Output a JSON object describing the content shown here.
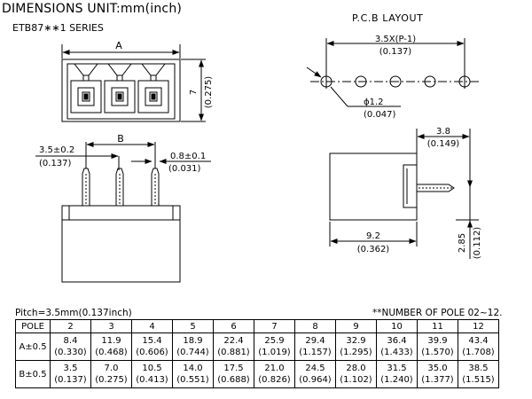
{
  "header": {
    "title": "DIMENSIONS  UNIT:mm(inch)",
    "series": "ETB87∗∗1  SERIES",
    "pcb_title": "P.C.B LAYOUT"
  },
  "drawing_labels": {
    "A": "A",
    "B": "B",
    "height_mm": "7",
    "height_in": "(0.275)",
    "pitch_mm": "3.5±0.2",
    "pitch_in": "(0.137)",
    "pin_mm": "0.8±0.1",
    "pin_in": "(0.031)",
    "pcb_span_mm": "3.5X(P-1)",
    "pcb_span_in": "(0.137)",
    "hole_mm": "ϕ1.2",
    "hole_in": "(0.047)",
    "side_top_mm": "3.8",
    "side_top_in": "(0.149)",
    "side_bottom_mm": "9.2",
    "side_bottom_in": "(0.362)",
    "side_right_mm": "2.85",
    "side_right_in": "(0.112)"
  },
  "notes": {
    "pitch": "Pitch=3.5mm(0.137inch)",
    "poles": "**NUMBER OF POLE 02~12."
  },
  "table": {
    "pole_label": "POLE",
    "poles": [
      "2",
      "3",
      "4",
      "5",
      "6",
      "7",
      "8",
      "9",
      "10",
      "11",
      "12"
    ],
    "rows": [
      {
        "label": "A±0.5",
        "mm": [
          "8.4",
          "11.9",
          "15.4",
          "18.9",
          "22.4",
          "25.9",
          "29.4",
          "32.9",
          "36.4",
          "39.9",
          "43.4"
        ],
        "inch": [
          "(0.330)",
          "(0.468)",
          "(0.606)",
          "(0.744)",
          "(0.881)",
          "(1.019)",
          "(1.157)",
          "(1.295)",
          "(1.433)",
          "(1.570)",
          "(1.708)"
        ]
      },
      {
        "label": "B±0.5",
        "mm": [
          "3.5",
          "7.0",
          "10.5",
          "14.0",
          "17.5",
          "21.0",
          "24.5",
          "28.0",
          "31.5",
          "35.0",
          "38.5"
        ],
        "inch": [
          "(0.137)",
          "(0.275)",
          "(0.413)",
          "(0.551)",
          "(0.688)",
          "(0.826)",
          "(0.964)",
          "(1.102)",
          "(1.240)",
          "(1.377)",
          "(1.515)"
        ]
      }
    ]
  }
}
